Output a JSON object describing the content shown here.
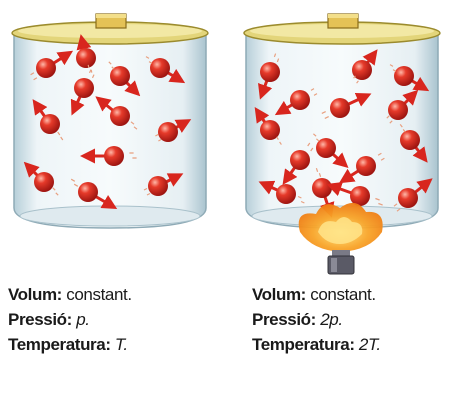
{
  "panels": [
    {
      "id": "left",
      "heated": false,
      "lines": [
        {
          "label": "Volum:",
          "value": "constant.",
          "italic": false
        },
        {
          "label": "Pressió:",
          "value": "p.",
          "italic": true
        },
        {
          "label": "Temperatura:",
          "value": "T.",
          "italic": true
        }
      ]
    },
    {
      "id": "right",
      "heated": true,
      "lines": [
        {
          "label": "Volum:",
          "value": "constant.",
          "italic": false
        },
        {
          "label": "Pressió:",
          "value": "2p.",
          "italic": true
        },
        {
          "label": "Temperatura:",
          "value": "2T.",
          "italic": true
        }
      ]
    }
  ],
  "colors": {
    "molecule": "#d8261e",
    "arrow": "#d8261e",
    "glass": "#c8dde6",
    "lid": "#e3d57a",
    "flame": "#f5a02a",
    "burner": "#5a5a66"
  }
}
